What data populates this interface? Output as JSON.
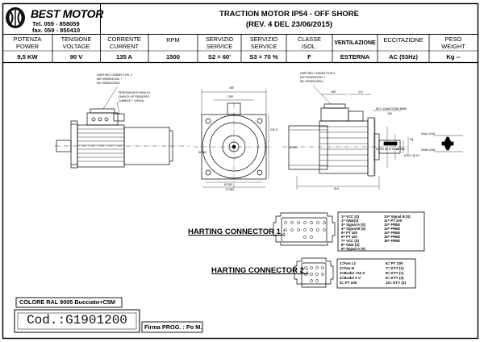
{
  "company": {
    "name": "BEST MOTOR",
    "tel": "Tel. 059 - 858059",
    "fax": "fax. 059 - 850410"
  },
  "document": {
    "title": "TRACTION MOTOR IP54 - OFF SHORE",
    "revision": "(REV. 4 DEL 23/06/2015)"
  },
  "spec_table": {
    "columns": [
      {
        "label": [
          "POTENZA",
          "POWER"
        ],
        "value": "9,5  KW"
      },
      {
        "label": [
          "TENSIONE",
          "VOLTAGE"
        ],
        "value": "90 V"
      },
      {
        "label": [
          "CORRENTE",
          "CURRENT"
        ],
        "value": "135 A"
      },
      {
        "label": [
          "RPM"
        ],
        "value": "1500"
      },
      {
        "label": [
          "SERVIZIO",
          "SERVICE"
        ],
        "value": "S2 =   60'"
      },
      {
        "label": [
          "SERVIZIO",
          "SERVICE"
        ],
        "value": "S3 = 70 %"
      },
      {
        "label": [
          "CLASSE",
          "ISOL."
        ],
        "value": "F"
      },
      {
        "label": [
          "VENTILAZIONE"
        ],
        "value": "ESTERNA"
      },
      {
        "label": [
          "ECCITAZIONE"
        ],
        "value": "AC (53Hz)"
      },
      {
        "label": [
          "PESO",
          "WEIGHT"
        ],
        "value": "Kg --"
      }
    ]
  },
  "drawing": {
    "front_view": {
      "connector_note": [
        "HARTING CONNECTOR 1:",
        "MD 09430010311 +",
        "MC 09330102614"
      ],
      "cable_note": [
        "PRESSACAVO M16x1,5",
        "(3xPICK UP SENSORS",
        "1x88KAS + 1xFAN)"
      ]
    },
    "end_view": {
      "dims": [
        "160",
        "□ 150",
        "232.5",
        "Ø 300",
        "Ø 350",
        "Ø 380"
      ]
    },
    "side_view": {
      "connector_note": [
        "HARTING CONNECTOR 2:",
        "MD 09430010311 +",
        "MC 09330102614"
      ],
      "key_note": "KEY 12x8x70 DIN 6885",
      "dims": [
        "265",
        "114",
        "614",
        "130",
        "Ø 350",
        "Ø 254 h8",
        "Ø 35 k6",
        "Ø 380",
        "Ø 14 / Ø 15",
        "Pg"
      ],
      "legend_top": "Keys 12x8",
      "legend_bottom": "Shaft 12x8"
    }
  },
  "connector1": {
    "title": "HARTING CONNECTOR 1 :",
    "pins_left": [
      "1= VCC (S)",
      "2= GND(S)",
      "3= Signal A (S)",
      "4= Signal B (S)",
      "5= PT 100",
      "6= PT 100",
      "7= VCC (S)",
      "8= GND (S)",
      "9= Signal A (S)"
    ],
    "pins_right": [
      "10= Signal B (S)",
      "11= PT 100",
      "12= FREE",
      "13= FREE",
      "14= FREE",
      "15= FREE",
      "16= FREE"
    ]
  },
  "connector2": {
    "title": "HARTING CONNECTOR 2 :",
    "pins_left": [
      "1=Fan L1",
      "2=Fan N",
      "3=Brake +24 V",
      "4=Brake 0 V",
      "5= PT 100"
    ],
    "pins_right": [
      "6= PT 100",
      "7= KTY (1)",
      "8= KTY (1)",
      "9= KTY (2)",
      "10= KTY (2)"
    ]
  },
  "footer": {
    "color": "COLORE RAL 9005 Bucciato+C5M",
    "code": "Cod.:G1901200",
    "signature": "Firma PROG. : Po M."
  }
}
